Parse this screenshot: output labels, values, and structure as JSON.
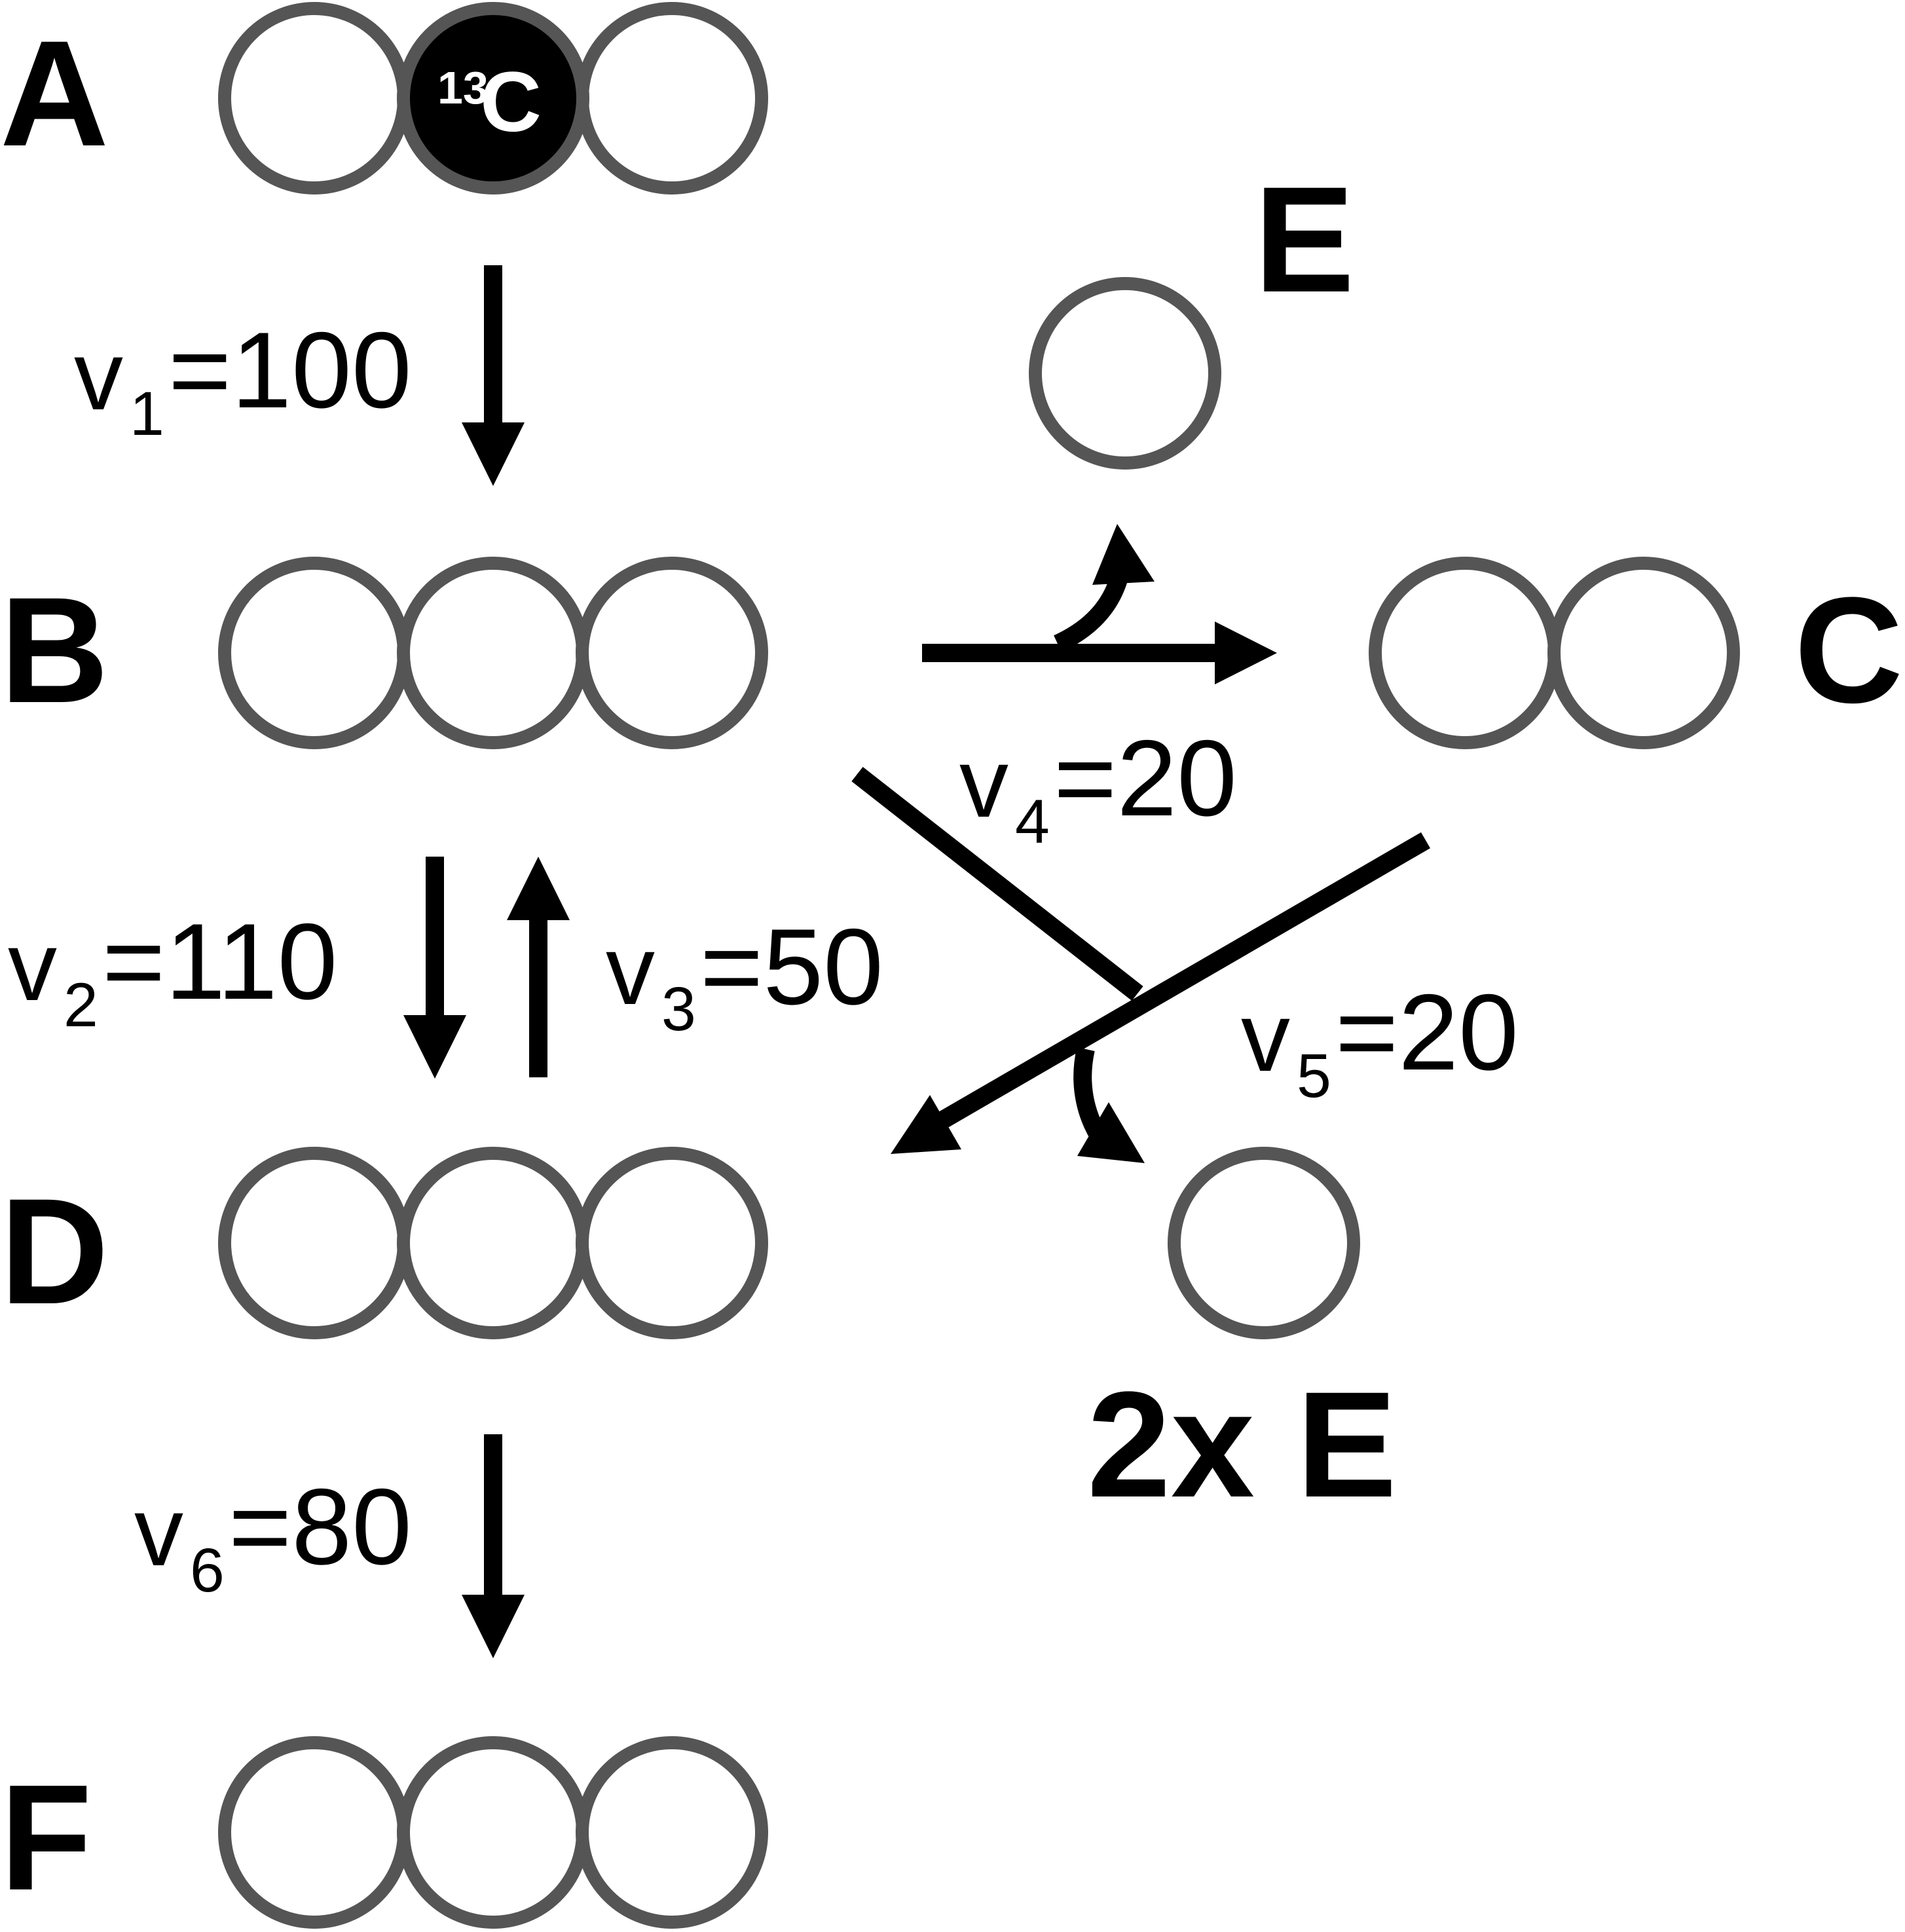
{
  "metabolites": {
    "A": "A",
    "B": "B",
    "C": "C",
    "D": "D",
    "E": "E",
    "F": "F",
    "twoE": "2x E"
  },
  "isotope_label": {
    "mass": "13",
    "element": "C"
  },
  "fluxes": {
    "v1": {
      "symbol": "v",
      "sub": "1",
      "value": "=100"
    },
    "v2": {
      "symbol": "v",
      "sub": "2",
      "value": "=110"
    },
    "v3": {
      "symbol": "v",
      "sub": "3",
      "value": "=50"
    },
    "v4": {
      "symbol": "v",
      "sub": "4",
      "value": "=20"
    },
    "v5": {
      "symbol": "v",
      "sub": "5",
      "value": "=20"
    },
    "v6": {
      "symbol": "v",
      "sub": "6",
      "value": "=80"
    }
  },
  "colors": {
    "atom_stroke": "#555555",
    "labeled_atom_fill": "#000000",
    "arrow": "#000000"
  }
}
